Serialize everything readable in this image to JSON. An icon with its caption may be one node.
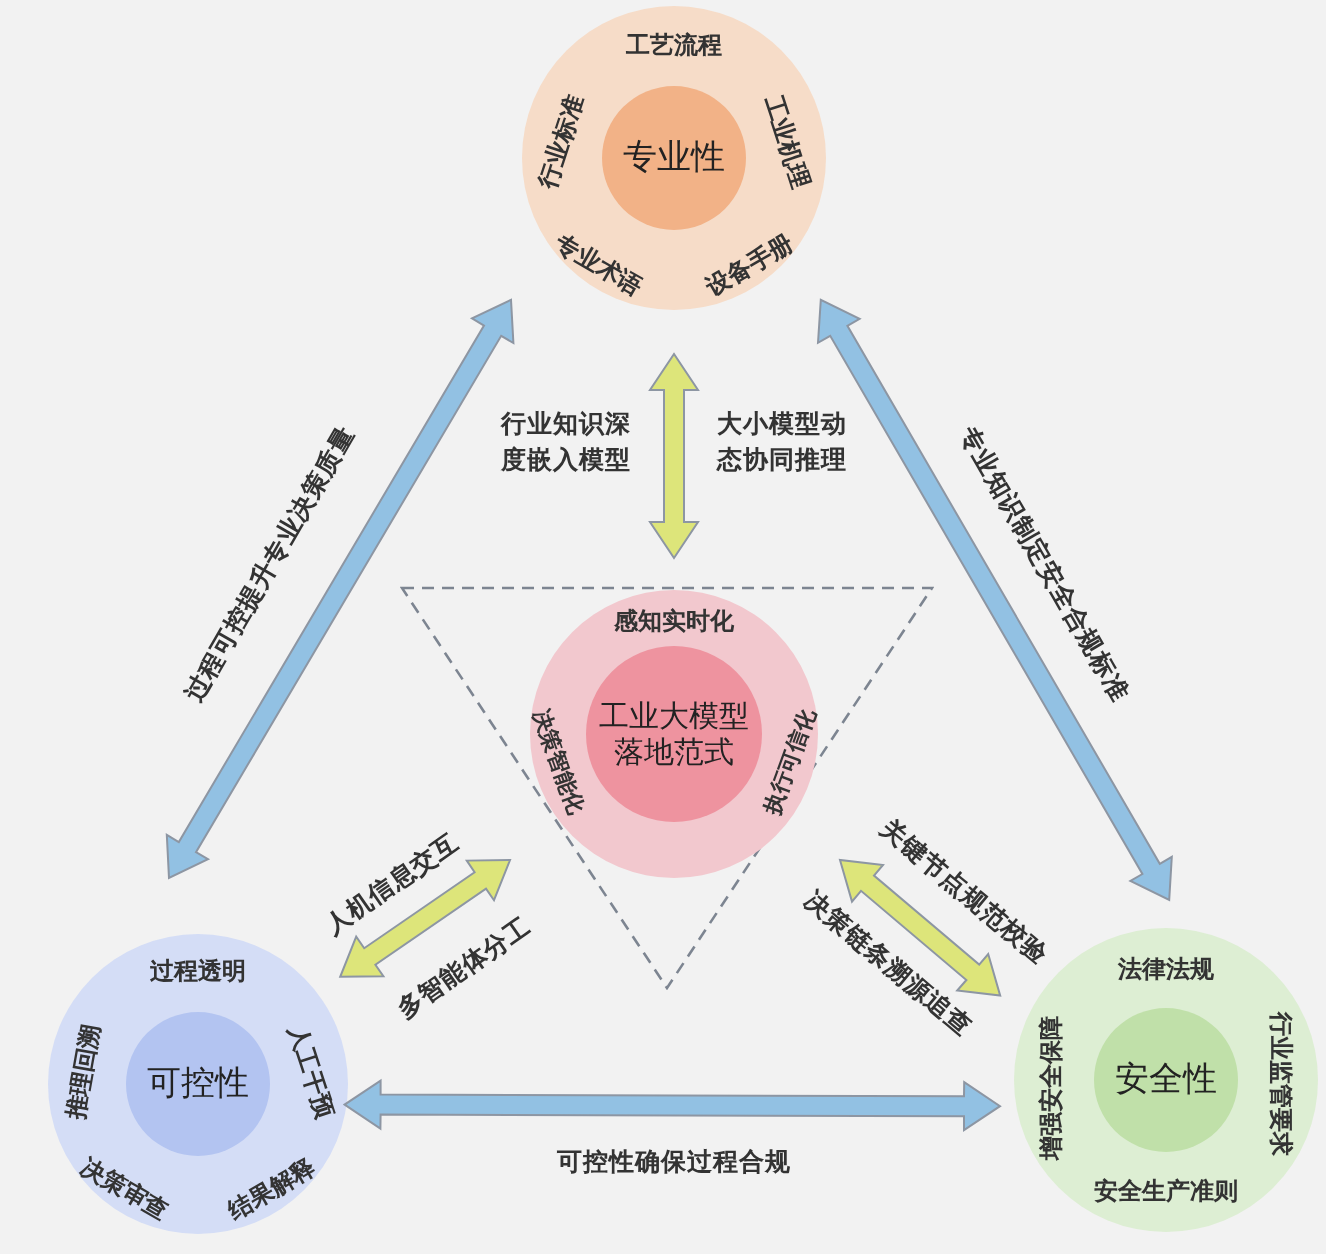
{
  "diagram": {
    "nodes": [
      {
        "text": [
          "工艺流程",
          "工业机理",
          "设备手册",
          "专业术语",
          "行业标准"
        ]
      },
      {
        "text": [
          "专业性"
        ],
        "in": 0
      },
      {
        "text": [
          "过程透明",
          "人工干预",
          "结果解释",
          "决策审查",
          "推理回溯"
        ]
      },
      {
        "text": [
          "可控性"
        ],
        "in": 2
      },
      {
        "text": [
          "法律法规",
          "行业监管要求",
          "安全生产准则",
          "增强安全保障"
        ]
      },
      {
        "text": [
          "安全性"
        ],
        "in": 4
      },
      {
        "text": [],
        "shape": "triangle"
      },
      {
        "text": [
          "感知实时化",
          "执行可信化",
          "决策智能化"
        ],
        "in": 6
      },
      {
        "text": [
          "工业大模型落地范式"
        ],
        "in": 7
      }
    ],
    "edges": [
      {
        "from": 0,
        "to": 2,
        "arrow": "both",
        "label": "过程可控提升专业决策质量",
        "color": "#92c1e3"
      },
      {
        "from": 0,
        "to": 4,
        "arrow": "both",
        "label": "专业知识制定安全合规标准",
        "color": "#92c1e3"
      },
      {
        "from": 2,
        "to": 4,
        "arrow": "both",
        "label": "可控性确保过程合规",
        "color": "#92c1e3"
      },
      {
        "from": 6,
        "to": 0,
        "arrow": "both",
        "label": "行业知识深度嵌入模型",
        "color": "#dde57a"
      },
      {
        "from": 6,
        "to": 2,
        "arrow": "both",
        "label": "人机信息交互",
        "color": "#dde57a"
      },
      {
        "from": 6,
        "to": 4,
        "arrow": "both",
        "label": "关键节点规范校验",
        "color": "#dde57a"
      }
    ],
    "labels": [
      "大小模型动态协同推理",
      "多智能体分工",
      "决策链条溯源追查"
    ]
  }
}
